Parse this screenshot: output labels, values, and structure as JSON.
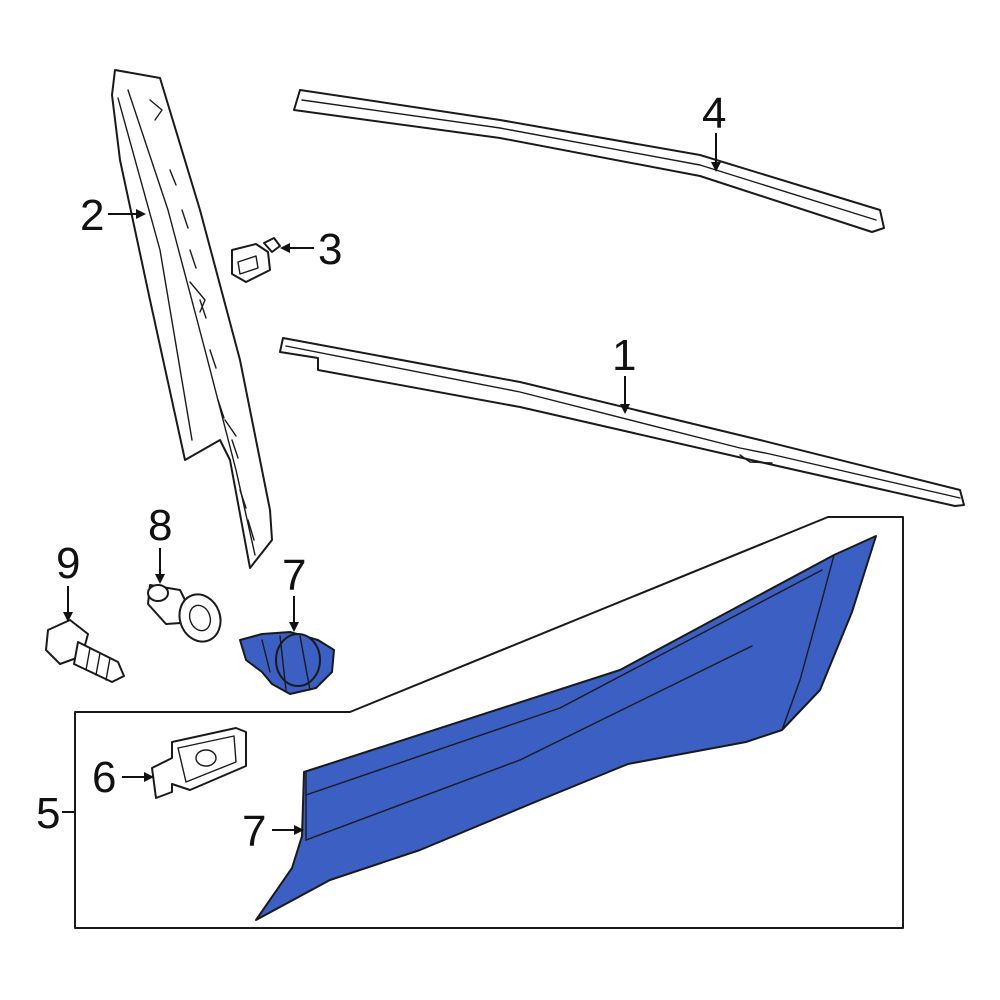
{
  "diagram": {
    "highlight_color": "#3b5fc2",
    "highlight_dark": "#1f3a8c",
    "line_color": "#1a1a1a",
    "callouts": {
      "c1": "1",
      "c2": "2",
      "c3": "3",
      "c4": "4",
      "c5": "5",
      "c6": "6",
      "c7_top": "7",
      "c7_bottom": "7",
      "c8": "8",
      "c9": "9"
    }
  }
}
